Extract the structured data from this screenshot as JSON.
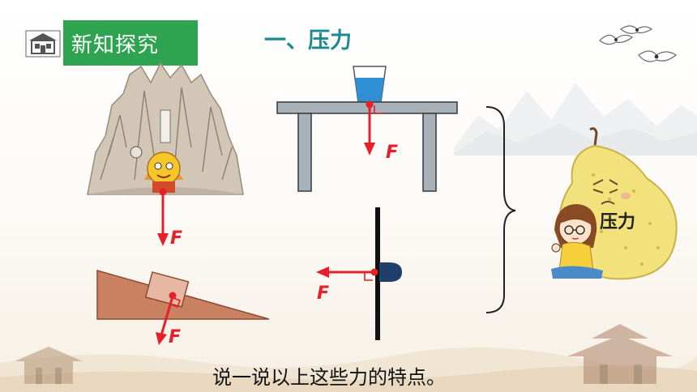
{
  "header": {
    "section_label": "新知探究",
    "title": "一、压力"
  },
  "diagram": {
    "force_symbol": "F",
    "concept_label": "压力"
  },
  "prompt": "说一说以上这些力的特点。",
  "colors": {
    "section_bg": "#2ea451",
    "title_color": "#1c8a8f",
    "force_arrow": "#e5202a",
    "table_fill": "#a9b2b9",
    "ramp_fill": "#c98162",
    "block_fill": "#e7b7a3",
    "water": "#2f8fd4",
    "pear": "#f2e27b"
  }
}
